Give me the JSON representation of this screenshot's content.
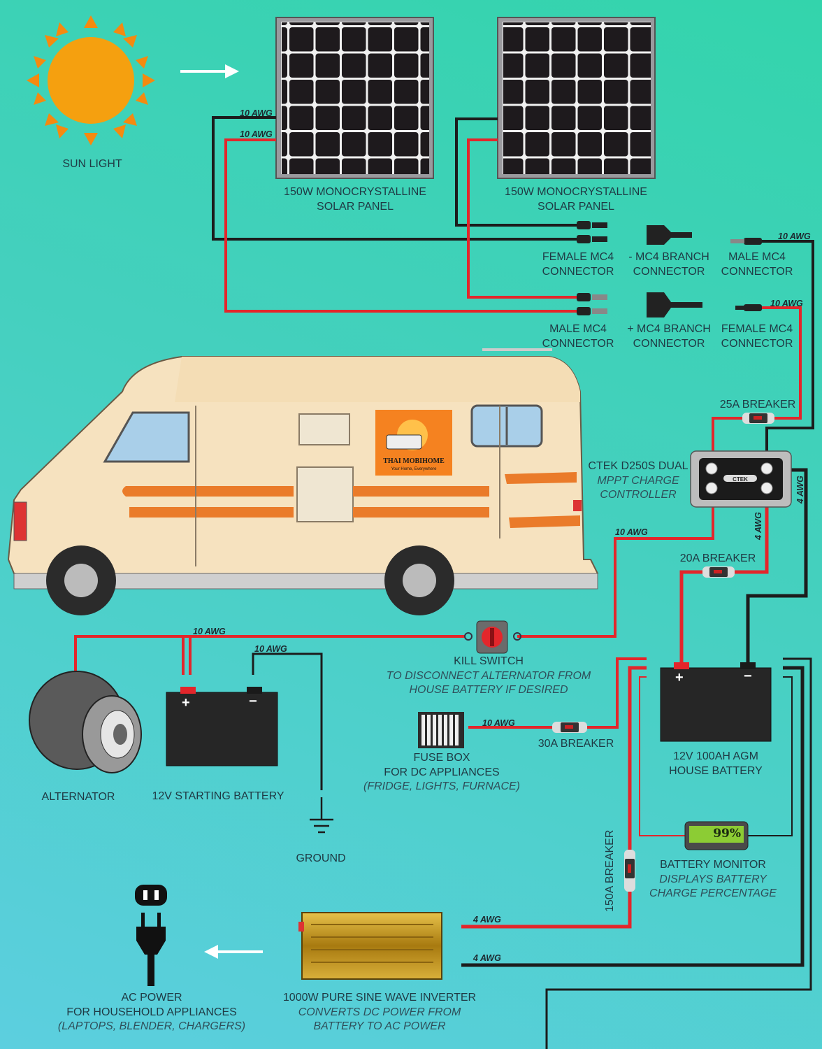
{
  "components": {
    "sun": {
      "label": "SUN LIGHT"
    },
    "panel1": {
      "line1": "150W MONOCRYSTALLINE",
      "line2": "SOLAR PANEL"
    },
    "panel2": {
      "line1": "150W MONOCRYSTALLINE",
      "line2": "SOLAR PANEL"
    },
    "female_mc4_left": {
      "line1": "FEMALE MC4",
      "line2": "CONNECTOR"
    },
    "neg_branch": {
      "line1": "- MC4 BRANCH",
      "line2": "CONNECTOR"
    },
    "male_mc4_right": {
      "line1": "MALE MC4",
      "line2": "CONNECTOR"
    },
    "male_mc4_left": {
      "line1": "MALE MC4",
      "line2": "CONNECTOR"
    },
    "pos_branch": {
      "line1": "+ MC4 BRANCH",
      "line2": "CONNECTOR"
    },
    "female_mc4_right": {
      "line1": "FEMALE MC4",
      "line2": "CONNECTOR"
    },
    "breaker_25": "25A BREAKER",
    "ctek": {
      "line1": "CTEK D250S DUAL",
      "line2": "MPPT CHARGE",
      "line3": "CONTROLLER",
      "logo": "CTEK"
    },
    "breaker_20": "20A BREAKER",
    "kill_switch": {
      "line1": "KILL SWITCH",
      "line2": "TO DISCONNECT ALTERNATOR FROM",
      "line3": "HOUSE BATTERY IF DESIRED"
    },
    "alternator": "ALTERNATOR",
    "starting_battery": {
      "label": "12V STARTING BATTERY",
      "plus": "+",
      "minus": "−"
    },
    "ground": "GROUND",
    "fuse_box": {
      "line1": "FUSE BOX",
      "line2": "FOR DC APPLIANCES",
      "line3": "(FRIDGE, LIGHTS, FURNACE)"
    },
    "breaker_30": "30A BREAKER",
    "house_battery": {
      "line1": "12V 100AH AGM",
      "line2": "HOUSE BATTERY",
      "plus": "+",
      "minus": "−"
    },
    "battery_monitor": {
      "display": "99%",
      "line1": "BATTERY MONITOR",
      "line2": "DISPLAYS BATTERY",
      "line3": "CHARGE PERCENTAGE"
    },
    "breaker_150": "150A BREAKER",
    "inverter": {
      "line1": "1000W PURE SINE WAVE INVERTER",
      "line2": "CONVERTS DC POWER FROM",
      "line3": "BATTERY TO AC POWER"
    },
    "ac_power": {
      "line1": "AC POWER",
      "line2": "FOR HOUSEHOLD APPLIANCES",
      "line3": "(LAPTOPS, BLENDER, CHARGERS)"
    }
  },
  "van_logo": {
    "name": "THAI MOBIHOME",
    "tagline": "Your Home, Everywhere"
  },
  "wire_gauges": {
    "p1_black": "10 AWG",
    "p1_red": "10 AWG",
    "mc4_black": "10 AWG",
    "mc4_red": "10 AWG",
    "ctek_in": "10 AWG",
    "ctek_right": "4 AWG",
    "ctek_out": "4 AWG",
    "alt": "10 AWG",
    "start_neg": "10 AWG",
    "fuse": "10 AWG",
    "inv_red": "4 AWG",
    "inv_black": "4 AWG"
  },
  "colors": {
    "positive": "#e3262b",
    "negative": "#1c1c1c",
    "sun": "#f5a00f",
    "inverter": "#c59a1a"
  }
}
